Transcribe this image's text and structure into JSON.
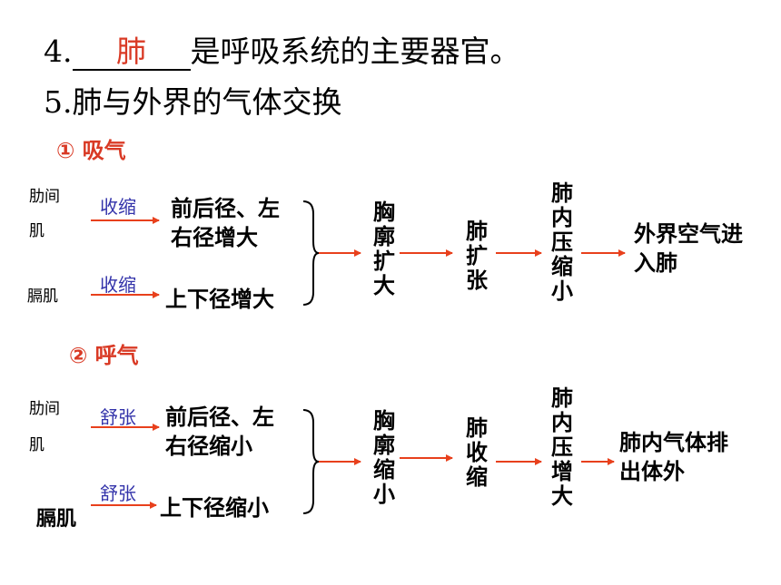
{
  "heading1": {
    "num": "4.",
    "answer": "肺",
    "rest": "是呼吸系统的主要器官。"
  },
  "heading2": {
    "text": "5.肺与外界的气体交换"
  },
  "colors": {
    "red": "#d93a25",
    "blue": "#3333aa",
    "arrow": "#e8401c"
  },
  "inhale": {
    "label": "① 吸气",
    "muscle1": "肋间肌",
    "muscle1_a": "肋间",
    "muscle1_b": "肌",
    "action1": "收缩",
    "muscle2": "膈肌",
    "action2": "收缩",
    "effect1_line1": "前后径、左",
    "effect1_line2": "右径增大",
    "effect2": "上下径增大",
    "chest": "胸廓扩大",
    "lung": "肺扩张",
    "pressure": "肺内压缩小",
    "result_line1": "外界空气进",
    "result_line2": "入肺"
  },
  "exhale": {
    "label": "② 呼气",
    "muscle1_a": "肋间",
    "muscle1_b": "肌",
    "action1": "舒张",
    "muscle2": "膈肌",
    "action2": "舒张",
    "effect1_line1": "前后径、左",
    "effect1_line2": "右径缩小",
    "effect2": "上下径缩小",
    "chest": "胸廓缩小",
    "lung": "肺收缩",
    "pressure": "肺内压增大",
    "result_line1": "肺内气体排",
    "result_line2": "出体外"
  }
}
